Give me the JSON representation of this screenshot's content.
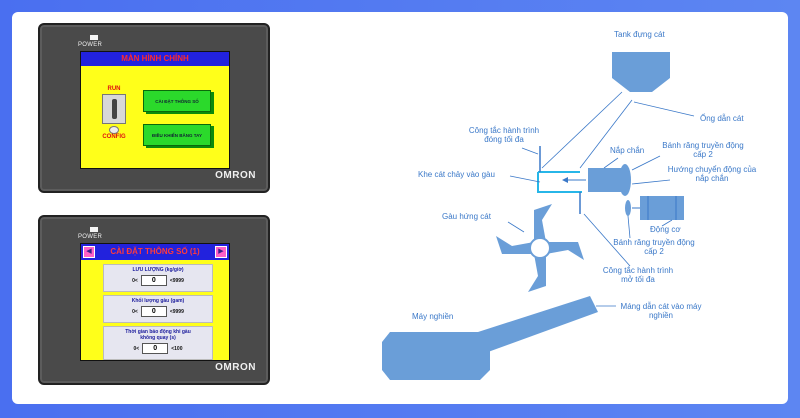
{
  "hmi_main": {
    "power": "POWER",
    "brand": "OMRON",
    "title": "MÀN HÌNH CHÍNH",
    "run": "RUN",
    "config": "CONFIG",
    "btn_settings": "CÀI ĐẶT THÔNG SỐ",
    "btn_manual": "ĐIỀU KHIỂN BẰNG TAY"
  },
  "hmi_settings": {
    "power": "POWER",
    "brand": "OMRON",
    "title": "CÀI ĐẶT THÔNG SỐ (1)",
    "prev": "◀",
    "next": "▶",
    "params": [
      {
        "label": "LƯU LƯỢNG (kg/giờ)",
        "min": "0<",
        "value": "0",
        "max": "<9999"
      },
      {
        "label": "Khối lượng gàu (gam)",
        "min": "0<",
        "value": "0",
        "max": "<9999"
      },
      {
        "label": "Thời gian báo động khi gàu không quay (s)",
        "min": "0<",
        "value": "0",
        "max": "<100"
      }
    ]
  },
  "diagram": {
    "tank": "Tank đựng cát",
    "pipe": "Ống dẫn cát",
    "limit_max": "Công tắc hành trình đóng tối đa",
    "gate": "Nắp chắn",
    "gear2_top": "Bánh răng truyền động cấp 2",
    "direction": "Hướng chuyển động của nắp chắn",
    "slot": "Khe cát chảy vào gàu",
    "bucket": "Gàu hứng cát",
    "motor": "Động cơ",
    "gear2_bottom": "Bánh răng truyền động cấp 2",
    "limit_open": "Công tắc hành trình mở tối đa",
    "chute": "Máng dẫn cát vào máy nghiền",
    "crusher": "Máy nghiền"
  },
  "colors": {
    "diagram_fill": "#6a9ed8",
    "label_text": "#3a78c8",
    "accent_cyan": "#27b6e8"
  }
}
